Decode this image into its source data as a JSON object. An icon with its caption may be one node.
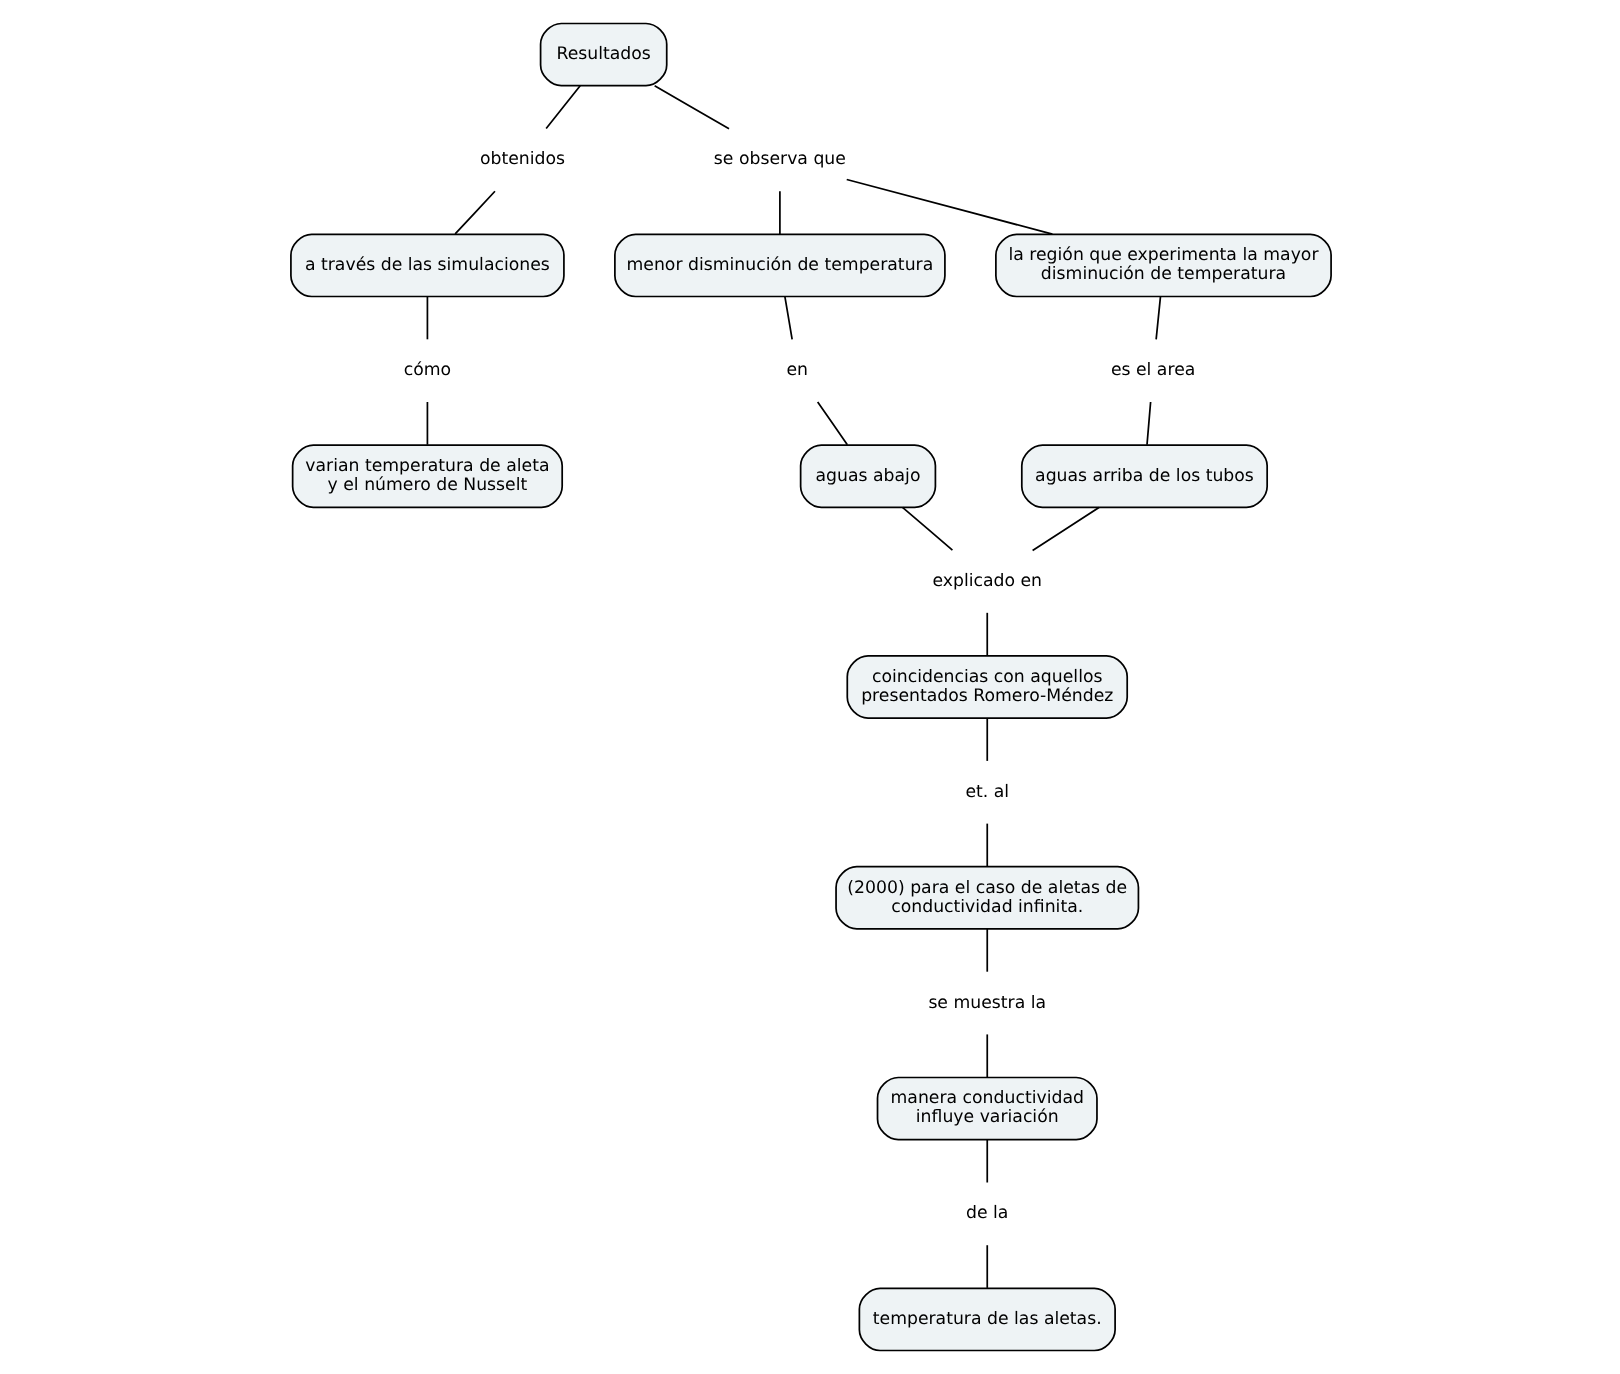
{
  "diagram": {
    "nodes": [
      {
        "text": [
          "Resultados"
        ]
      },
      {
        "text": [
          "obtenidos"
        ]
      },
      {
        "text": [
          "se observa que"
        ]
      },
      {
        "text": [
          "a través de las simulaciones"
        ]
      },
      {
        "text": [
          "menor disminución de temperatura"
        ]
      },
      {
        "text": [
          "la región que experimenta la mayor disminución de temperatura"
        ]
      },
      {
        "text": [
          "cómo"
        ]
      },
      {
        "text": [
          "en"
        ]
      },
      {
        "text": [
          "es el area"
        ]
      },
      {
        "text": [
          "varian temperatura de aleta y el número de Nusselt"
        ]
      },
      {
        "text": [
          "aguas abajo"
        ]
      },
      {
        "text": [
          "aguas arriba de los tubos"
        ]
      },
      {
        "text": [
          "explicado en"
        ]
      },
      {
        "text": [
          "coincidencias con aquellos presentados Romero-Méndez"
        ]
      },
      {
        "text": [
          "et. al"
        ]
      },
      {
        "text": [
          "(2000) para el caso de aletas de conductividad infinita."
        ]
      },
      {
        "text": [
          "se muestra la"
        ]
      },
      {
        "text": [
          "manera conductividad influye variación"
        ]
      },
      {
        "text": [
          "de la"
        ]
      },
      {
        "text": [
          "temperatura de las aletas."
        ]
      }
    ],
    "edges": [
      {
        "from": 0,
        "to": 1,
        "arrow": "none"
      },
      {
        "from": 1,
        "to": 3,
        "arrow": "none"
      },
      {
        "from": 0,
        "to": 2,
        "arrow": "none"
      },
      {
        "from": 2,
        "to": 4,
        "arrow": "none"
      },
      {
        "from": 2,
        "to": 5,
        "arrow": "none"
      },
      {
        "from": 3,
        "to": 6,
        "arrow": "none"
      },
      {
        "from": 6,
        "to": 9,
        "arrow": "none"
      },
      {
        "from": 4,
        "to": 7,
        "arrow": "none"
      },
      {
        "from": 7,
        "to": 10,
        "arrow": "none"
      },
      {
        "from": 5,
        "to": 8,
        "arrow": "none"
      },
      {
        "from": 8,
        "to": 11,
        "arrow": "none"
      },
      {
        "from": 10,
        "to": 12,
        "arrow": "none"
      },
      {
        "from": 11,
        "to": 12,
        "arrow": "none"
      },
      {
        "from": 12,
        "to": 13,
        "arrow": "none"
      },
      {
        "from": 13,
        "to": 14,
        "arrow": "none"
      },
      {
        "from": 14,
        "to": 15,
        "arrow": "none"
      },
      {
        "from": 15,
        "to": 16,
        "arrow": "none"
      },
      {
        "from": 16,
        "to": 17,
        "arrow": "none"
      },
      {
        "from": 17,
        "to": 18,
        "arrow": "none"
      },
      {
        "from": 18,
        "to": 19,
        "arrow": "none"
      }
    ]
  }
}
